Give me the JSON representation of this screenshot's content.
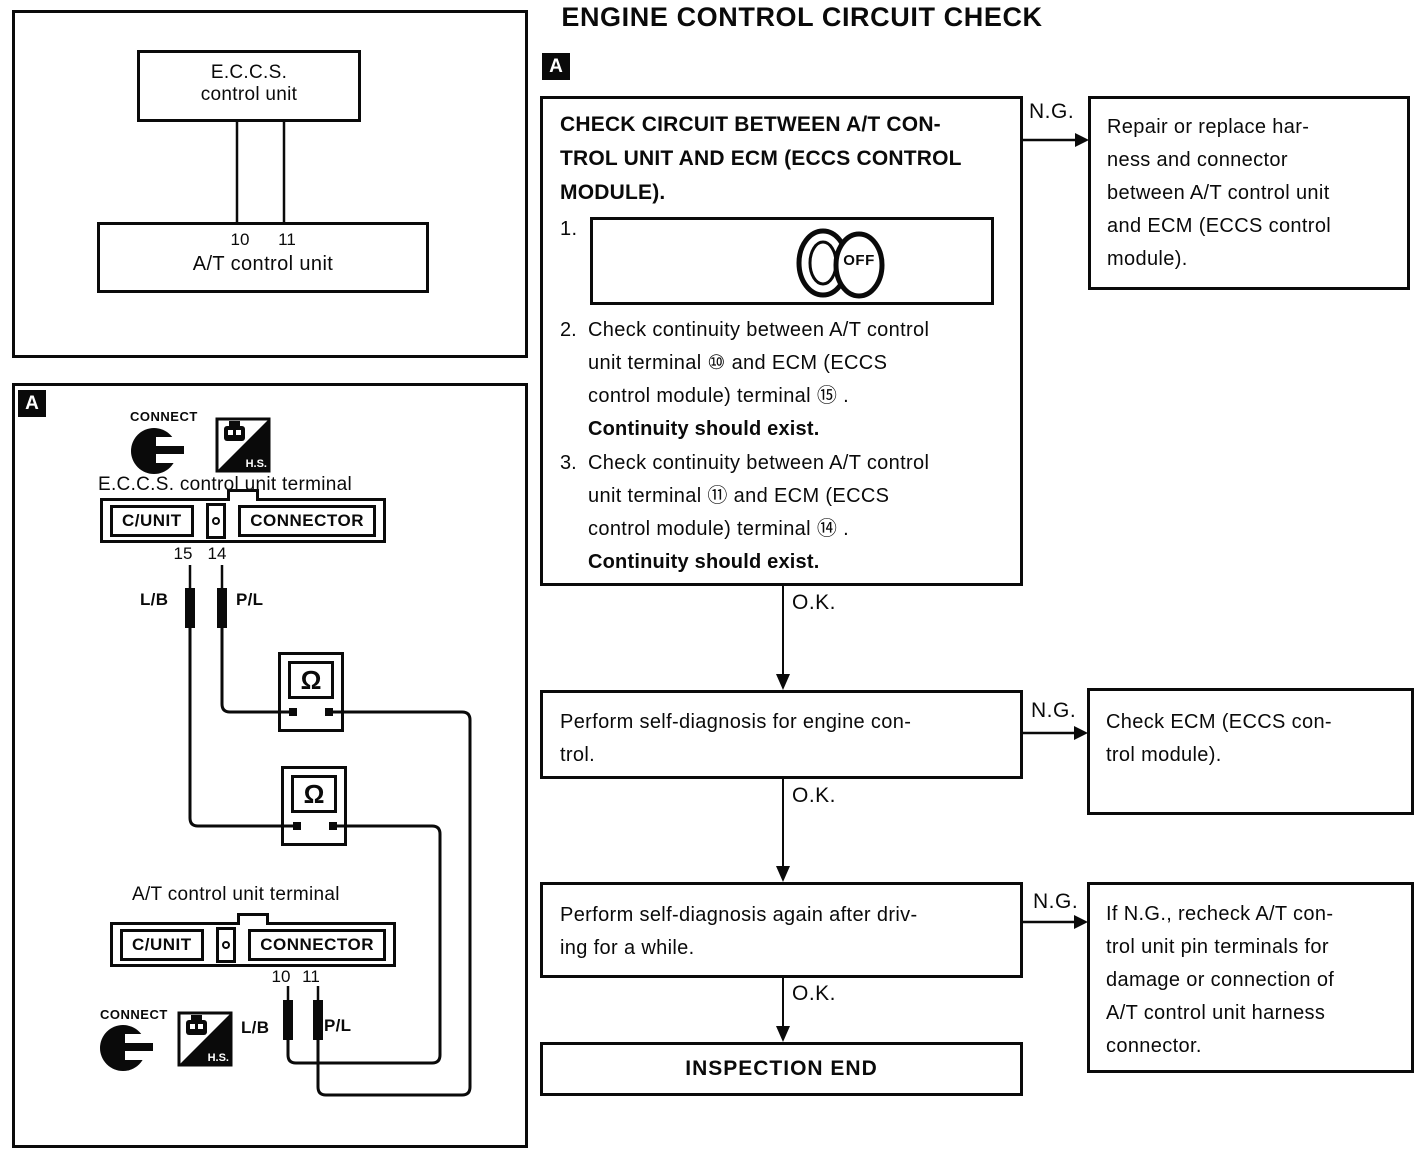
{
  "page": {
    "title": "ENGINE CONTROL CIRCUIT CHECK",
    "section_label": "A"
  },
  "top_diagram": {
    "eccs_lines": [
      "E.C.C.S.",
      "control unit"
    ],
    "at_label": "A/T control unit",
    "pins": [
      "10",
      "11"
    ]
  },
  "connector_diagram": {
    "section_label": "A",
    "connect_label": "CONNECT",
    "hs_label": "H.S.",
    "eccs_caption": "E.C.C.S. control unit terminal",
    "at_caption": "A/T control unit terminal",
    "cunit_label": "C/UNIT",
    "connector_label": "CONNECTOR",
    "eccs_pins": [
      "15",
      "14"
    ],
    "at_pins": [
      "10",
      "11"
    ],
    "wire_top": [
      "L/B",
      "P/L"
    ],
    "wire_bottom": [
      "L/B",
      "P/L"
    ],
    "ohm_symbol": "Ω"
  },
  "flowchart": {
    "ok_label": "O.K.",
    "ng_label": "N.G.",
    "box1": {
      "heading": [
        "CHECK CIRCUIT BETWEEN A/T CON-",
        "TROL UNIT AND ECM (ECCS CONTROL",
        "MODULE)."
      ],
      "step1_num": "1.",
      "ignition_label": "OFF",
      "step2_num": "2.",
      "step2_lines": [
        "Check continuity between A/T control",
        "unit terminal ⑩ and ECM (ECCS",
        "control module) terminal ⑮ ."
      ],
      "step2_bold": "Continuity should exist.",
      "step3_num": "3.",
      "step3_lines": [
        "Check continuity between A/T control",
        "unit terminal ⑪ and ECM (ECCS",
        "control module) terminal ⑭ ."
      ],
      "step3_bold": "Continuity should exist."
    },
    "box2": {
      "lines": [
        "Perform self-diagnosis for engine con-",
        "trol."
      ]
    },
    "box3": {
      "lines": [
        "Perform self-diagnosis again after driv-",
        "ing for a while."
      ]
    },
    "end_label": "INSPECTION END",
    "ng1": {
      "lines": [
        "Repair or replace har-",
        "ness and connector",
        "between A/T control unit",
        "and ECM (ECCS control",
        "module)."
      ]
    },
    "ng2": {
      "lines": [
        "Check ECM (ECCS con-",
        "trol module)."
      ]
    },
    "ng3": {
      "lines": [
        "If N.G., recheck A/T con-",
        "trol unit pin terminals for",
        "damage or connection of",
        "A/T control unit harness",
        "connector."
      ]
    }
  }
}
